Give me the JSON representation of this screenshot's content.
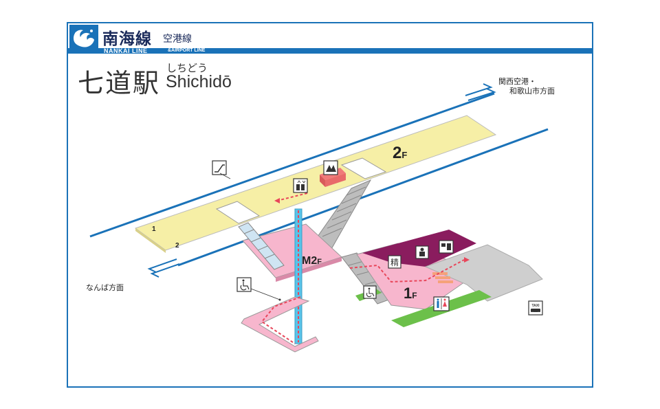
{
  "header": {
    "line_name": "南海線",
    "line_sub": "空港線",
    "line_en": "NANKAI LINE",
    "line_en2": "&AIRPORT LINE"
  },
  "station": {
    "name_jp": "七道駅",
    "name_kana": "しちどう",
    "name_en": "Shichidō"
  },
  "directions": {
    "up": "関西空港・",
    "up2": "和歌山市方面",
    "down": "なんば方面"
  },
  "floors": {
    "f2": "2",
    "m2": "M2",
    "f1": "1",
    "unit": "F"
  },
  "tracks": {
    "track1": "1",
    "track2": "2"
  },
  "labels": {
    "seisan": "精"
  },
  "colors": {
    "brand": "#1a72b8",
    "platform": "#f6efa6",
    "concourse": "#f7b6cd",
    "ticket": "#8a1c5e",
    "green": "#6cc04a",
    "gray": "#cfcfcf",
    "route": "#e8465a"
  }
}
